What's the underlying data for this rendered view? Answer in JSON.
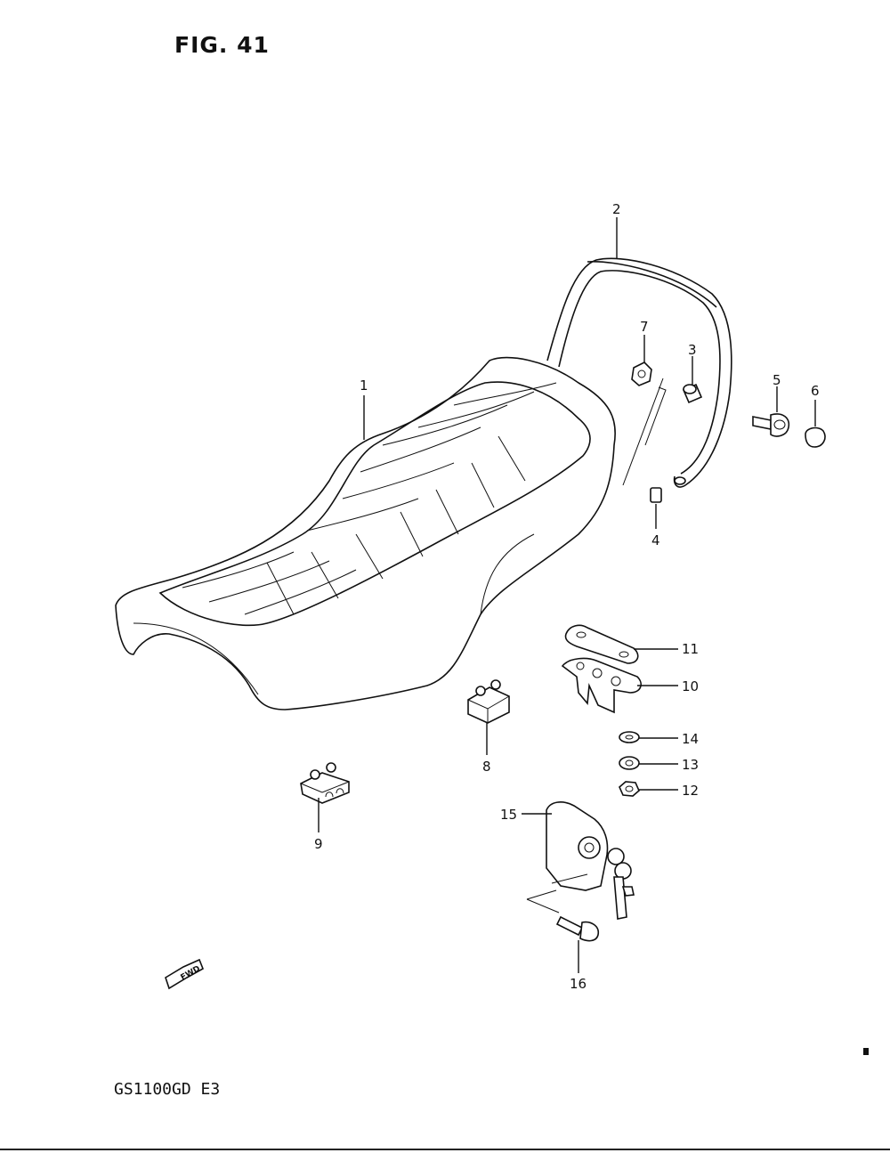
{
  "figure": {
    "title": "FIG. 41",
    "model": "GS1100GD  E3"
  },
  "callouts": [
    "1",
    "2",
    "3",
    "4",
    "5",
    "6",
    "7",
    "8",
    "9",
    "10",
    "11",
    "12",
    "13",
    "14",
    "15",
    "16"
  ],
  "fwd_label": "FWD"
}
